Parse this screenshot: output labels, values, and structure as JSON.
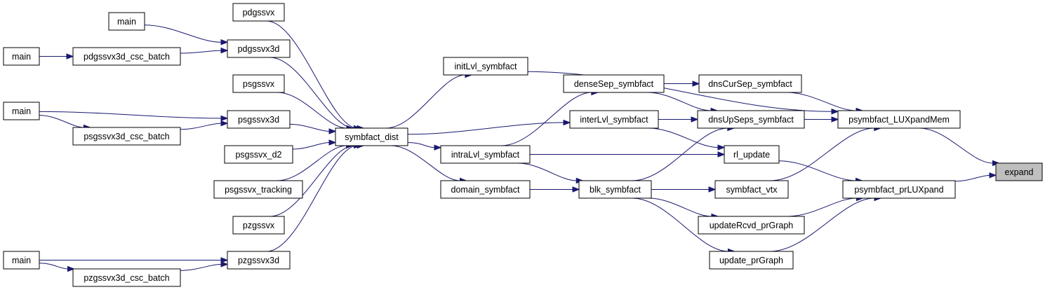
{
  "diagram": {
    "nodes": [
      {
        "id": "expand",
        "label": "expand",
        "highlight": true
      },
      {
        "id": "LUXpandMem",
        "label": "psymbfact_LUXpandMem"
      },
      {
        "id": "prLUXpand",
        "label": "psymbfact_prLUXpand"
      },
      {
        "id": "initLvl",
        "label": "initLvl_symbfact"
      },
      {
        "id": "denseSep",
        "label": "denseSep_symbfact"
      },
      {
        "id": "dnsCurSep",
        "label": "dnsCurSep_symbfact"
      },
      {
        "id": "interLvl",
        "label": "interLvl_symbfact"
      },
      {
        "id": "dnsUpSeps",
        "label": "dnsUpSeps_symbfact"
      },
      {
        "id": "symbdist",
        "label": "symbfact_dist"
      },
      {
        "id": "intraLvl",
        "label": "intraLvl_symbfact"
      },
      {
        "id": "rlupdate",
        "label": "rl_update"
      },
      {
        "id": "domain",
        "label": "domain_symbfact"
      },
      {
        "id": "blk",
        "label": "blk_symbfact"
      },
      {
        "id": "vtx",
        "label": "symbfact_vtx"
      },
      {
        "id": "updRcvd",
        "label": "updateRcvd_prGraph"
      },
      {
        "id": "updPr",
        "label": "update_prGraph"
      },
      {
        "id": "pdgssvx",
        "label": "pdgssvx"
      },
      {
        "id": "pdgssvx3d",
        "label": "pdgssvx3d"
      },
      {
        "id": "psgssvx",
        "label": "psgssvx"
      },
      {
        "id": "psgssvx3d",
        "label": "psgssvx3d"
      },
      {
        "id": "psgssvx_d2",
        "label": "psgssvx_d2"
      },
      {
        "id": "psgssvx_tracking",
        "label": "psgssvx_tracking"
      },
      {
        "id": "pzgssvx",
        "label": "pzgssvx"
      },
      {
        "id": "pzgssvx3d",
        "label": "pzgssvx3d"
      },
      {
        "id": "main1",
        "label": "main"
      },
      {
        "id": "main2",
        "label": "main"
      },
      {
        "id": "pd_batch",
        "label": "pdgssvx3d_csc_batch"
      },
      {
        "id": "main3",
        "label": "main"
      },
      {
        "id": "ps_batch",
        "label": "psgssvx3d_csc_batch"
      },
      {
        "id": "main4",
        "label": "main"
      },
      {
        "id": "pz_batch",
        "label": "pzgssvx3d_csc_batch"
      }
    ],
    "edges": [
      [
        "LUXpandMem",
        "expand"
      ],
      [
        "prLUXpand",
        "expand"
      ],
      [
        "initLvl",
        "LUXpandMem"
      ],
      [
        "dnsCurSep",
        "LUXpandMem"
      ],
      [
        "dnsUpSeps",
        "LUXpandMem"
      ],
      [
        "vtx",
        "LUXpandMem"
      ],
      [
        "rlupdate",
        "prLUXpand"
      ],
      [
        "updRcvd",
        "prLUXpand"
      ],
      [
        "updPr",
        "prLUXpand"
      ],
      [
        "denseSep",
        "dnsCurSep"
      ],
      [
        "denseSep",
        "dnsUpSeps"
      ],
      [
        "interLvl",
        "dnsUpSeps"
      ],
      [
        "blk",
        "dnsUpSeps"
      ],
      [
        "interLvl",
        "rlupdate"
      ],
      [
        "intraLvl",
        "rlupdate"
      ],
      [
        "blk",
        "vtx"
      ],
      [
        "blk",
        "updRcvd"
      ],
      [
        "blk",
        "updPr"
      ],
      [
        "symbdist",
        "initLvl"
      ],
      [
        "intraLvl",
        "denseSep"
      ],
      [
        "symbdist",
        "interLvl"
      ],
      [
        "symbdist",
        "intraLvl"
      ],
      [
        "symbdist",
        "domain"
      ],
      [
        "intraLvl",
        "blk"
      ],
      [
        "domain",
        "blk"
      ],
      [
        "pdgssvx",
        "symbdist"
      ],
      [
        "pdgssvx3d",
        "symbdist"
      ],
      [
        "psgssvx",
        "symbdist"
      ],
      [
        "psgssvx3d",
        "symbdist"
      ],
      [
        "psgssvx_d2",
        "symbdist"
      ],
      [
        "psgssvx_tracking",
        "symbdist"
      ],
      [
        "pzgssvx",
        "symbdist"
      ],
      [
        "pzgssvx3d",
        "symbdist"
      ],
      [
        "main1",
        "pdgssvx3d"
      ],
      [
        "main2",
        "pd_batch"
      ],
      [
        "pd_batch",
        "pdgssvx3d"
      ],
      [
        "main3",
        "psgssvx3d"
      ],
      [
        "main3",
        "ps_batch"
      ],
      [
        "ps_batch",
        "psgssvx3d"
      ],
      [
        "main4",
        "pzgssvx3d"
      ],
      [
        "main4",
        "pz_batch"
      ],
      [
        "pz_batch",
        "pzgssvx3d"
      ]
    ]
  }
}
